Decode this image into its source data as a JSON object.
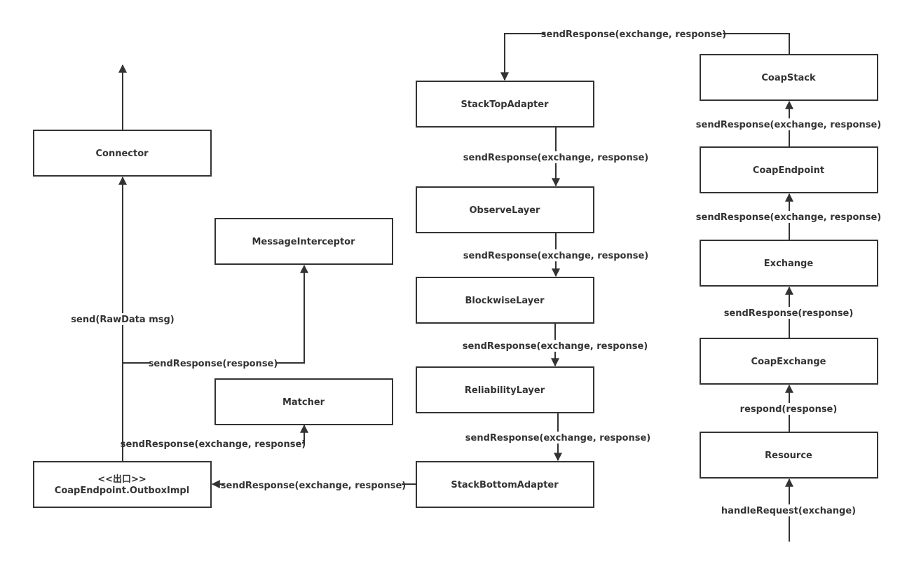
{
  "nodes": {
    "connector": "Connector",
    "message_interceptor": "MessageInterceptor",
    "matcher": "Matcher",
    "outbox_stereotype": "<<出口>>",
    "outbox_name": "CoapEndpoint.OutboxImpl",
    "stack_top_adapter": "StackTopAdapter",
    "observe_layer": "ObserveLayer",
    "blockwise_layer": "BlockwiseLayer",
    "reliability_layer": "ReliabilityLayer",
    "stack_bottom_adapter": "StackBottomAdapter",
    "coap_stack": "CoapStack",
    "coap_endpoint": "CoapEndpoint",
    "exchange": "Exchange",
    "coap_exchange": "CoapExchange",
    "resource": "Resource"
  },
  "edges": {
    "stack_to_top": "sendResponse(exchange, response)",
    "top_to_observe": "sendResponse(exchange, response)",
    "observe_to_blockwise": "sendResponse(exchange, response)",
    "blockwise_to_reliability": "sendResponse(exchange, response)",
    "reliability_to_bottom": "sendResponse(exchange, response)",
    "bottom_to_outbox": "sendResponse(exchange, response)",
    "outbox_to_matcher": "sendResponse(exchange, response)",
    "outbox_to_interceptor": "sendResponse(response)",
    "outbox_to_connector": "send(RawData msg)",
    "endpoint_to_stack": "sendResponse(exchange, response)",
    "exchange_to_endpoint": "sendResponse(exchange, response)",
    "coapexchange_to_exchange": "sendResponse(response)",
    "resource_to_coapexchange": "respond(response)",
    "incoming_to_resource": "handleRequest(exchange)"
  }
}
